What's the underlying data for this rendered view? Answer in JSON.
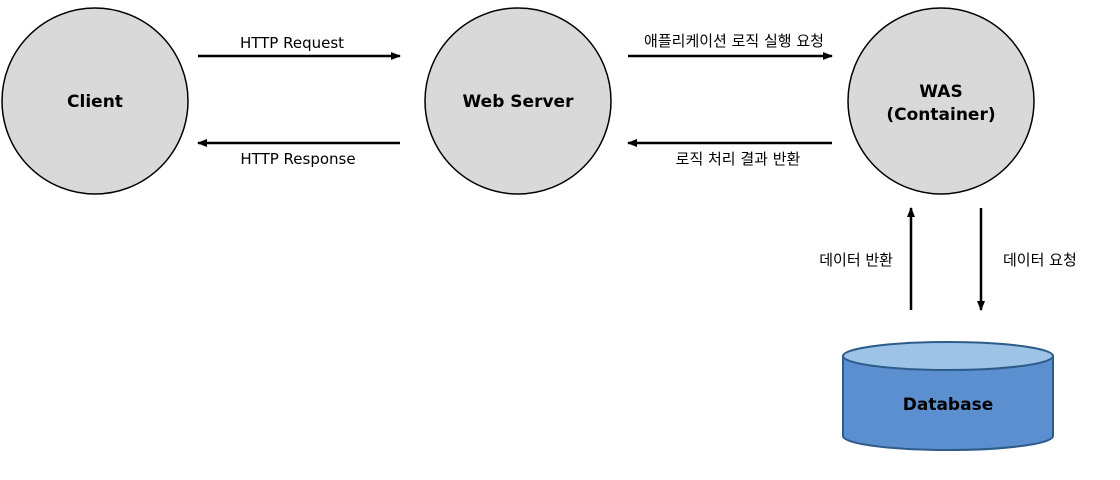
{
  "colors": {
    "node_fill": "#d9d9d9",
    "node_stroke": "#000000",
    "db_fill": "#5b8fcf",
    "db_top": "#9dc3e6",
    "db_stroke": "#2e5c8a",
    "arrow": "#000000"
  },
  "nodes": {
    "client": "Client",
    "web_server": "Web Server",
    "was_line1": "WAS",
    "was_line2": "(Container)",
    "database": "Database"
  },
  "edges": {
    "http_request": "HTTP Request",
    "http_response": "HTTP Response",
    "app_logic_request": "애플리케이션 로직 실행 요청",
    "logic_result_return": "로직 처리 결과 반환",
    "data_return": "데이터 반환",
    "data_request": "데이터 요청"
  }
}
